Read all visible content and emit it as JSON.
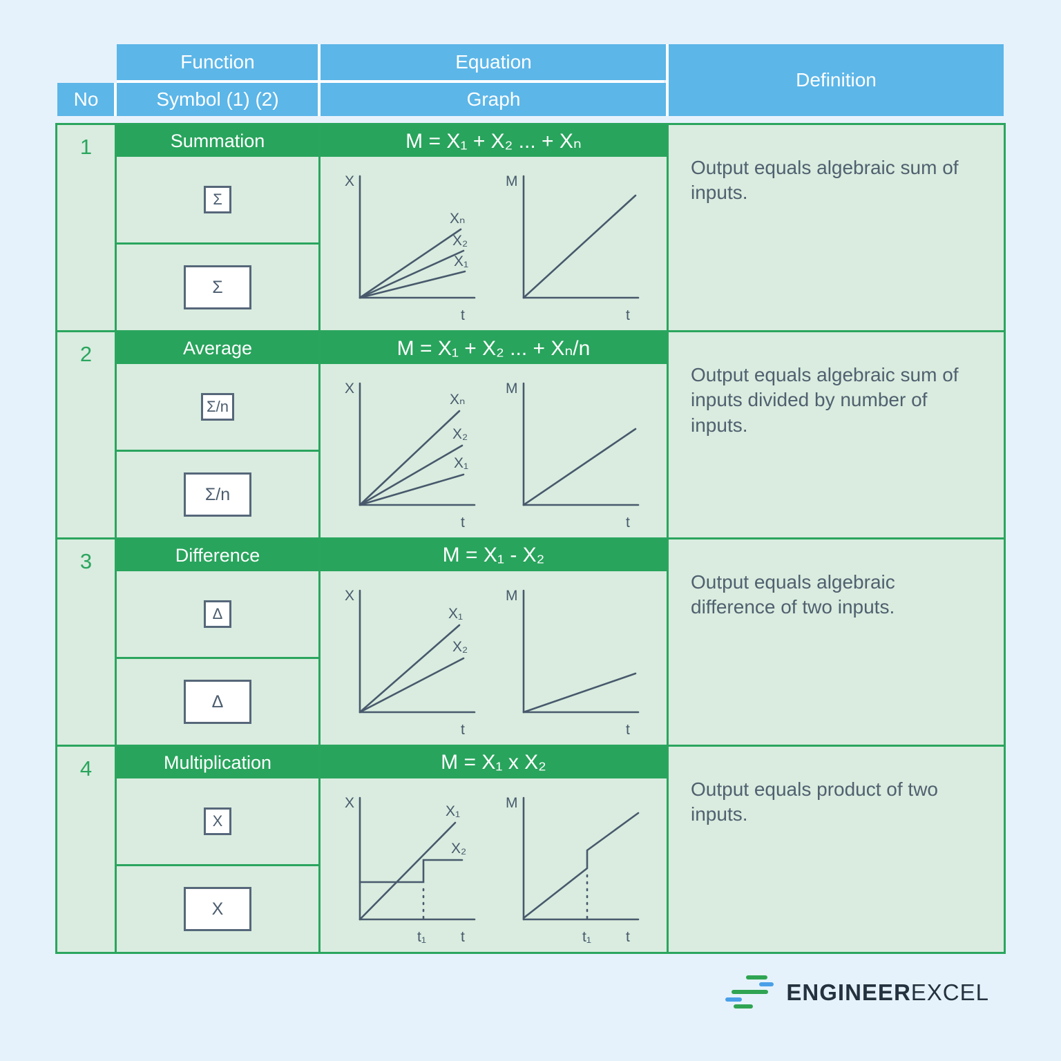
{
  "header": {
    "no": "No",
    "function": "Function",
    "symbol": "Symbol (1) (2)",
    "equation": "Equation",
    "graph": "Graph",
    "definition": "Definition"
  },
  "colors": {
    "header_blue": "#5cb6e8",
    "band_green": "#28a45c",
    "cell_green": "#d9ecdf",
    "line_slate": "#48596c",
    "logo_green": "#2fa452",
    "logo_blue": "#4aa0e8",
    "logo_navy": "#24323f"
  },
  "rows": [
    {
      "no": "1",
      "function": "Summation",
      "symbol1": "Σ",
      "symbol2": "Σ",
      "equation": "M = X₁ + X₂ ... + Xₙ",
      "definition": "Output equals algebraic sum of inputs.",
      "graph_left": {
        "ylabel": "X",
        "xlabel": "t",
        "lines": [
          "Xₙ",
          "X₂",
          "X₁"
        ]
      },
      "graph_right": {
        "ylabel": "M",
        "xlabel": "t"
      }
    },
    {
      "no": "2",
      "function": "Average",
      "symbol1": "Σ/n",
      "symbol2": "Σ/n",
      "equation": "M = X₁ + X₂ ... + Xₙ/n",
      "definition": "Output equals algebraic sum of inputs divided by number of inputs.",
      "graph_left": {
        "ylabel": "X",
        "xlabel": "t",
        "lines": [
          "Xₙ",
          "X₂",
          "X₁"
        ]
      },
      "graph_right": {
        "ylabel": "M",
        "xlabel": "t"
      }
    },
    {
      "no": "3",
      "function": "Difference",
      "symbol1": "Δ",
      "symbol2": "Δ",
      "equation": "M = X₁ - X₂",
      "definition": "Output equals algebraic difference of two inputs.",
      "graph_left": {
        "ylabel": "X",
        "xlabel": "t",
        "lines": [
          "X₁",
          "X₂"
        ]
      },
      "graph_right": {
        "ylabel": "M",
        "xlabel": "t"
      }
    },
    {
      "no": "4",
      "function": "Multiplication",
      "symbol1": "X",
      "symbol2": "X",
      "equation": "M = X₁ x X₂",
      "definition": "Output equals product of two inputs.",
      "graph_left": {
        "ylabel": "X",
        "xlabel": "t",
        "t1label": "t₁",
        "lines": [
          "X₁",
          "X₂"
        ]
      },
      "graph_right": {
        "ylabel": "M",
        "xlabel": "t",
        "t1label": "t₁"
      }
    }
  ],
  "logo": {
    "part1": "ENGINEER",
    "part2": "EXCEL"
  }
}
